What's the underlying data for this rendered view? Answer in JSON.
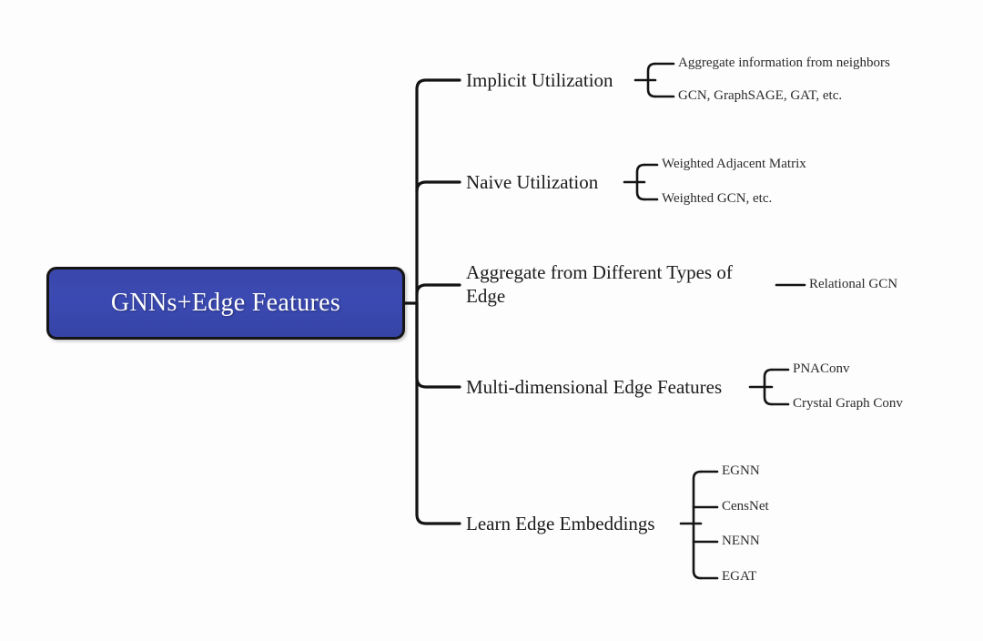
{
  "diagram": {
    "type": "mind-map",
    "title": "GNNs+Edge Features",
    "background_color": "#fdfdfd",
    "root": {
      "label": "GNNs+Edge Features",
      "fill_color": "#3b4ab3",
      "border_color": "#151515",
      "text_color": "#ffffff"
    },
    "connector_color": "#141414",
    "branches": [
      {
        "label": "Implicit Utilization",
        "children": [
          {
            "label": "Aggregate information from neighbors"
          },
          {
            "label": "GCN, GraphSAGE, GAT, etc."
          }
        ]
      },
      {
        "label": "Naive Utilization",
        "children": [
          {
            "label": "Weighted Adjacent Matrix"
          },
          {
            "label": "Weighted GCN, etc."
          }
        ]
      },
      {
        "label": "Aggregate from Different Types of Edge",
        "children": [
          {
            "label": "Relational GCN"
          }
        ]
      },
      {
        "label": "Multi-dimensional Edge Features",
        "children": [
          {
            "label": "PNAConv"
          },
          {
            "label": "Crystal Graph Conv"
          }
        ]
      },
      {
        "label": "Learn Edge Embeddings",
        "children": [
          {
            "label": "EGNN"
          },
          {
            "label": "CensNet"
          },
          {
            "label": "NENN"
          },
          {
            "label": "EGAT"
          }
        ]
      }
    ]
  }
}
